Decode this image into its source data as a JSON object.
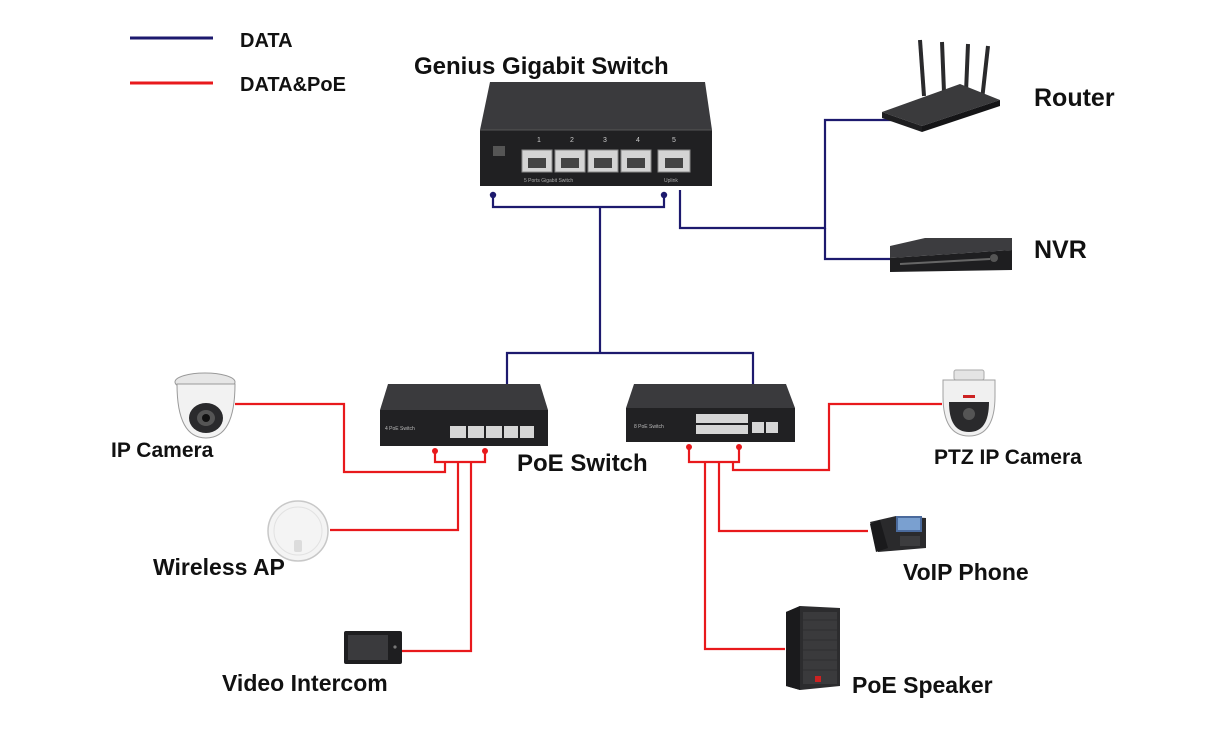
{
  "legend": {
    "items": [
      {
        "label": "DATA",
        "color": "#1d1a6e"
      },
      {
        "label": "DATA&PoE",
        "color": "#e8191c"
      }
    ]
  },
  "colors": {
    "data": "#1d1a6e",
    "poe": "#e8191c",
    "device_dark": "#2a2a2c"
  },
  "devices": {
    "core_switch": {
      "label": "Genius Gigabit Switch",
      "icon": "network-switch-icon",
      "port_numbers": [
        "1",
        "2",
        "3",
        "4",
        "5"
      ],
      "left_caption": "5 Ports Gigabit Switch",
      "right_caption": "Uplink"
    },
    "router": {
      "label": "Router",
      "icon": "router-icon"
    },
    "nvr": {
      "label": "NVR",
      "icon": "nvr-icon"
    },
    "poe_switch": {
      "label": "PoE Switch",
      "icon": "poe-switch-icon",
      "brand_text": "4 PoE Switch"
    },
    "poe_switch_8": {
      "icon": "poe-switch-icon",
      "brand_text": "8 PoE Switch"
    },
    "ip_camera": {
      "label": "IP Camera",
      "icon": "dome-camera-icon"
    },
    "wireless_ap": {
      "label": "Wireless AP",
      "icon": "access-point-icon"
    },
    "video_intercom": {
      "label": "Video Intercom",
      "icon": "intercom-icon"
    },
    "ptz_camera": {
      "label": "PTZ IP Camera",
      "icon": "ptz-camera-icon"
    },
    "voip_phone": {
      "label": "VoIP Phone",
      "icon": "phone-icon"
    },
    "poe_speaker": {
      "label": "PoE Speaker",
      "icon": "speaker-icon"
    }
  }
}
